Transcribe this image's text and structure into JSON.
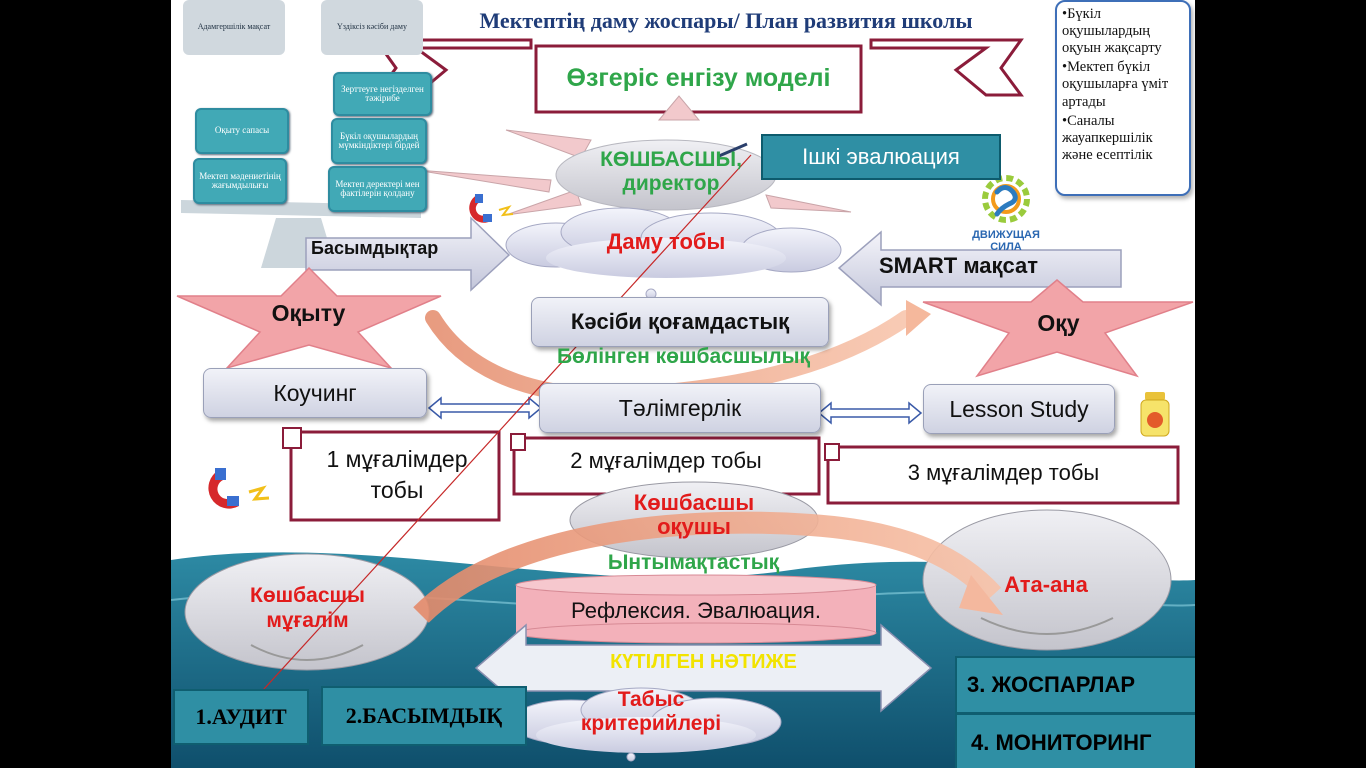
{
  "title": "Мектептің даму жоспары/ План развития школы",
  "banner": "Өзгеріс енгізу моделі",
  "top_left": {
    "grey_boxes": [
      "Адамгершілік мақсат",
      "Үздіксіз кәсіби даму"
    ],
    "left_boxes": [
      "Оқыту сапасы",
      "Мектеп мәдениетінің жағымдылығы"
    ],
    "right_boxes": [
      "Зерттеуге негізделген тәжірибе",
      "Бүкіл оқушылардың мүмкіндіктері бірдей",
      "Мектеп деректері мен фактілерін қолдану"
    ]
  },
  "bullets": [
    "•Бүкіл оқушылардың оқуын жақсарту",
    "•Мектеп бүкіл оқушыларға үміт артады",
    "•Саналы жауапкершілік және есептілік"
  ],
  "logo_text": "ДВИЖУЩАЯ СИЛА",
  "leader_director": "КӨШБАСШЫ, директор",
  "internal_eval": "Ішкі эвалюация",
  "priorities": "Басымдықтар",
  "dev_group": "Даму тобы",
  "smart": "SMART  мақсат",
  "star_left": "Оқыту",
  "star_right": "Оқу",
  "prof_community": "Кәсіби қоғамдастық",
  "distributed": "Бөлінген көшбасшылық",
  "coaching": "Коучинг",
  "mentoring": "Тәлімгерлік",
  "lesson_study": "Lesson Study",
  "group1": "1 мұғалімдер тобы",
  "group2": "2 мұғалімдер тобы",
  "group3": "3 мұғалімдер  тобы",
  "leader_student": "Көшбасшы оқушы",
  "cooperation": "Ынтымақтастық",
  "leader_teacher": "Көшбасшы мұғалім",
  "parents": "Ата-ана",
  "reflection": "Рефлексия. Эвалюация.",
  "expected": "КҮТІЛГЕН НӘТИЖЕ",
  "criteria": "Табыс критерийлері",
  "bottom_boxes": [
    "1.АУДИТ",
    "2.БАСЫМДЫҚ",
    "3. ЖОСПАРЛАР",
    "4. МОНИТОРИНГ"
  ],
  "colors": {
    "accent_teal": "#2f8fa4",
    "banner_border": "#8b1c3a",
    "star_fill": "#f2a4a8",
    "green_text": "#2fa64a",
    "red_text": "#e21b1b"
  }
}
